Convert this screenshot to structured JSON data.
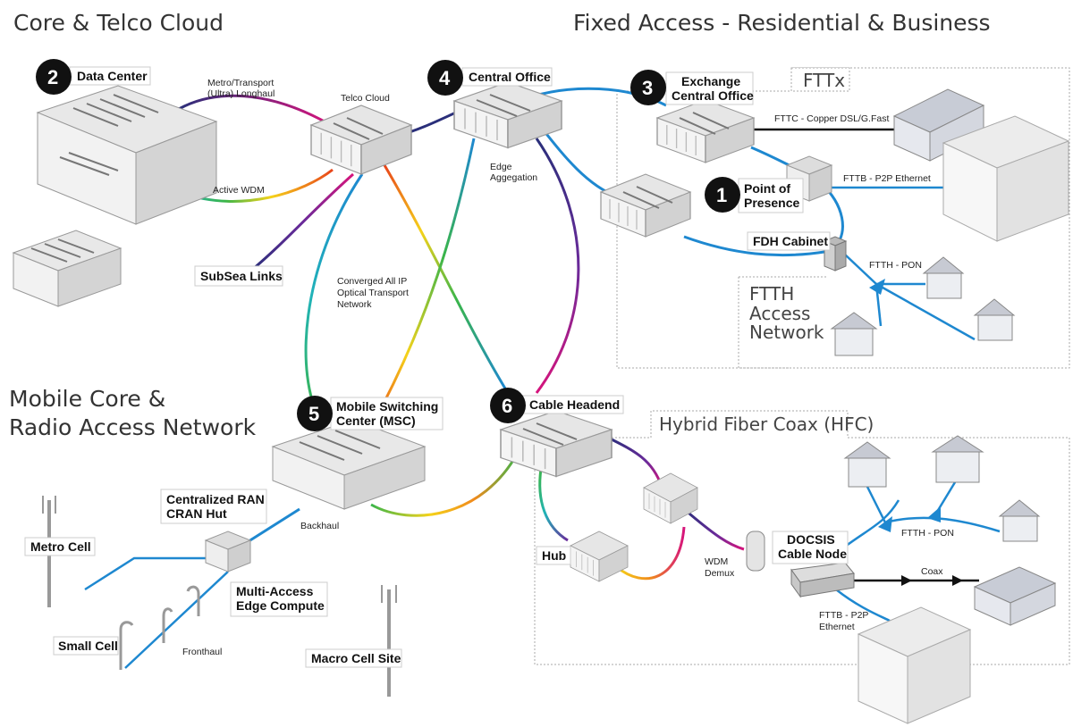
{
  "sections": {
    "core": "Core & Telco Cloud",
    "fixed": "Fixed Access - Residential & Business",
    "mobile_line1": "Mobile Core &",
    "mobile_line2": "Radio Access Network"
  },
  "regions": {
    "fttx": "FTTx",
    "ftth_line1": "FTTH",
    "ftth_line2": "Access",
    "ftth_line3": "Network",
    "hfc": "Hybrid Fiber Coax (HFC)"
  },
  "nodes": {
    "data_center": {
      "num": "2",
      "label": "Data Center"
    },
    "central_office": {
      "num": "4",
      "label": "Central Office"
    },
    "exchange": {
      "num": "3",
      "label_line1": "Exchange",
      "label_line2": "Central Office"
    },
    "pop": {
      "num": "1",
      "label_line1": "Point of",
      "label_line2": "Presence"
    },
    "msc": {
      "num": "5",
      "label_line1": "Mobile Switching",
      "label_line2": "Center (MSC)"
    },
    "cable": {
      "num": "6",
      "label": "Cable Headend"
    },
    "fdh": {
      "label": "FDH Cabinet"
    },
    "subsea": {
      "label": "SubSea Links"
    },
    "cran_line1": "Centralized RAN",
    "cran_line2": "CRAN Hut",
    "mec_line1": "Multi-Access",
    "mec_line2": "Edge Compute",
    "metro_cell": "Metro Cell",
    "small_cell": "Small Cell",
    "macro_cell": "Macro Cell Site",
    "hub": "Hub",
    "docsis_line1": "DOCSIS",
    "docsis_line2": "Cable Node"
  },
  "annotations": {
    "metro_line1": "Metro/Transport",
    "metro_line2": "(Ultra) Longhaul",
    "telco_cloud": "Telco Cloud",
    "active_wdm": "Active WDM",
    "edge_agg_line1": "Edge",
    "edge_agg_line2": "Aggegation",
    "converged_line1": "Converged All IP",
    "converged_line2": "Optical Transport",
    "converged_line3": "Network",
    "fttc": "FTTC - Copper DSL/G.Fast",
    "fttb_p2p": "FTTB - P2P Ethernet",
    "ftth_pon": "FTTH - PON",
    "backhaul": "Backhaul",
    "fronthaul": "Fronthaul",
    "wdm_line1": "WDM",
    "wdm_line2": "Demux",
    "ftth_pon_hfc": "FTTH - PON",
    "coax": "Coax",
    "fttb_line1": "FTTB - P2P",
    "fttb_line2": "Ethernet"
  },
  "colors": {
    "blue": "#1e88d0",
    "navy": "#2a2f7a",
    "magenta": "#d6147c",
    "purple": "#6a2a9a",
    "orange": "#f08a1c",
    "yellow": "#f5d21a",
    "green": "#3ab54a",
    "teal": "#21b3b8",
    "black": "#111111",
    "numbadge": "#111111"
  }
}
